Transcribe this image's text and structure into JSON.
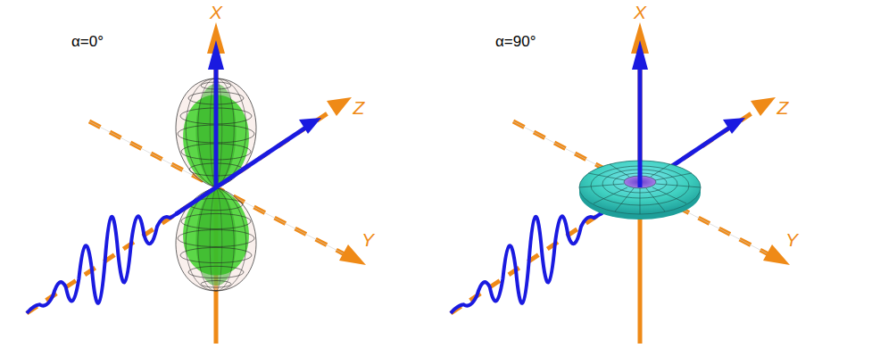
{
  "diagram": {
    "labels": [
      "α=0°",
      "X",
      "Z",
      "Y",
      "α=90°",
      "X",
      "Z",
      "Y"
    ]
  }
}
